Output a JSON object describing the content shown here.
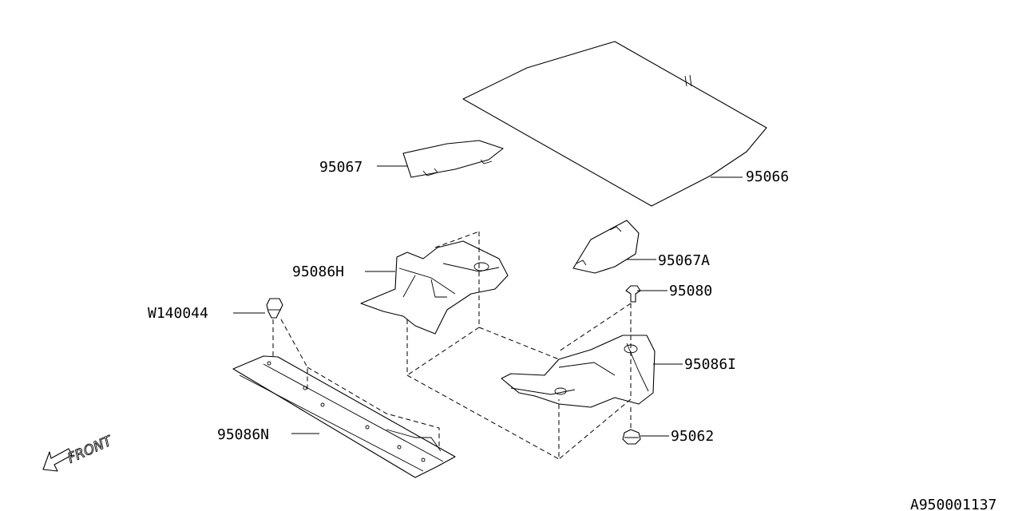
{
  "labels": {
    "p95067": "95067",
    "p95066": "95066",
    "p95067a": "95067A",
    "p95086h": "95086H",
    "p95080": "95080",
    "w140044": "W140044",
    "p95086i": "95086I",
    "p95086n": "95086N",
    "p95062": "95062"
  },
  "front_indicator": "FRONT",
  "diagram_code": "A950001137",
  "colors": {
    "line": "#000000",
    "background": "#ffffff"
  }
}
